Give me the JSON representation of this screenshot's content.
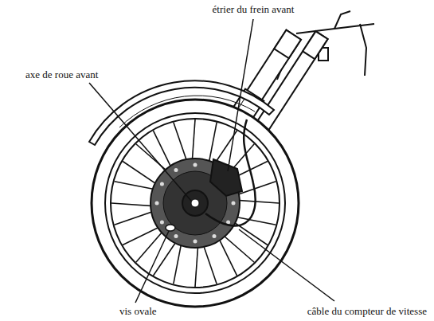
{
  "diagram": {
    "labels": [
      "étrier du frein avant",
      "axe de roue avant",
      "vis ovale",
      "câble du compteur de vitesse"
    ]
  }
}
